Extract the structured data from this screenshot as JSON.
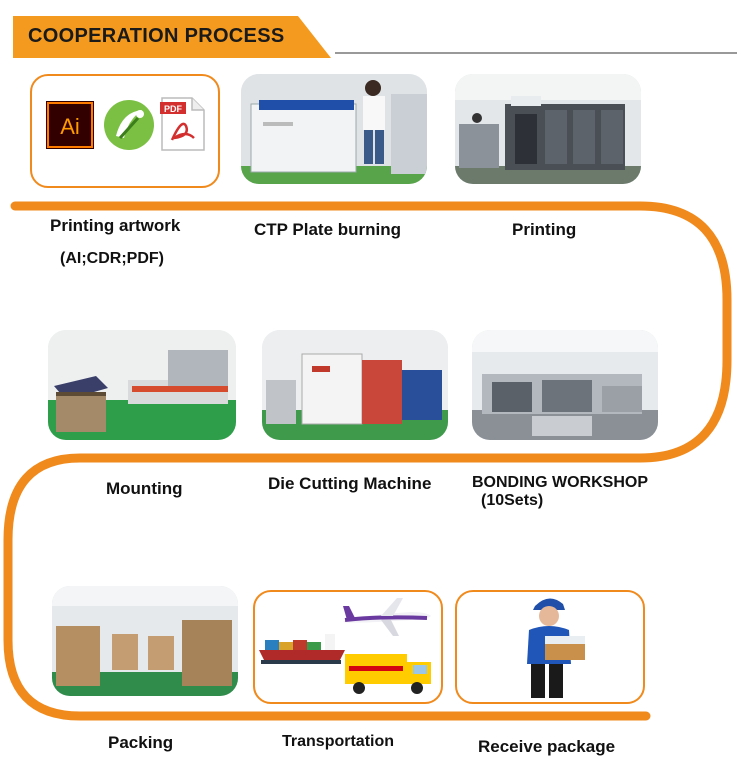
{
  "header": {
    "title": "COOPERATION PROCESS"
  },
  "steps": [
    {
      "label": "Printing artwork",
      "sub": "(AI;CDR;PDF)",
      "icons": [
        "adobe-illustrator-icon",
        "coreldraw-icon",
        "pdf-file-icon"
      ],
      "icon_text": {
        "ai": "Ai",
        "pdf": "PDF"
      }
    },
    {
      "label": "CTP Plate burning"
    },
    {
      "label": "Printing"
    },
    {
      "label": "Mounting"
    },
    {
      "label": "Die Cutting Machine"
    },
    {
      "label": "BONDING WORKSHOP",
      "sub": "(10Sets)"
    },
    {
      "label": "Packing"
    },
    {
      "label": "Transportation"
    },
    {
      "label": "Receive package"
    }
  ],
  "colors": {
    "accent": "#f08a1c",
    "line": "#999999"
  }
}
